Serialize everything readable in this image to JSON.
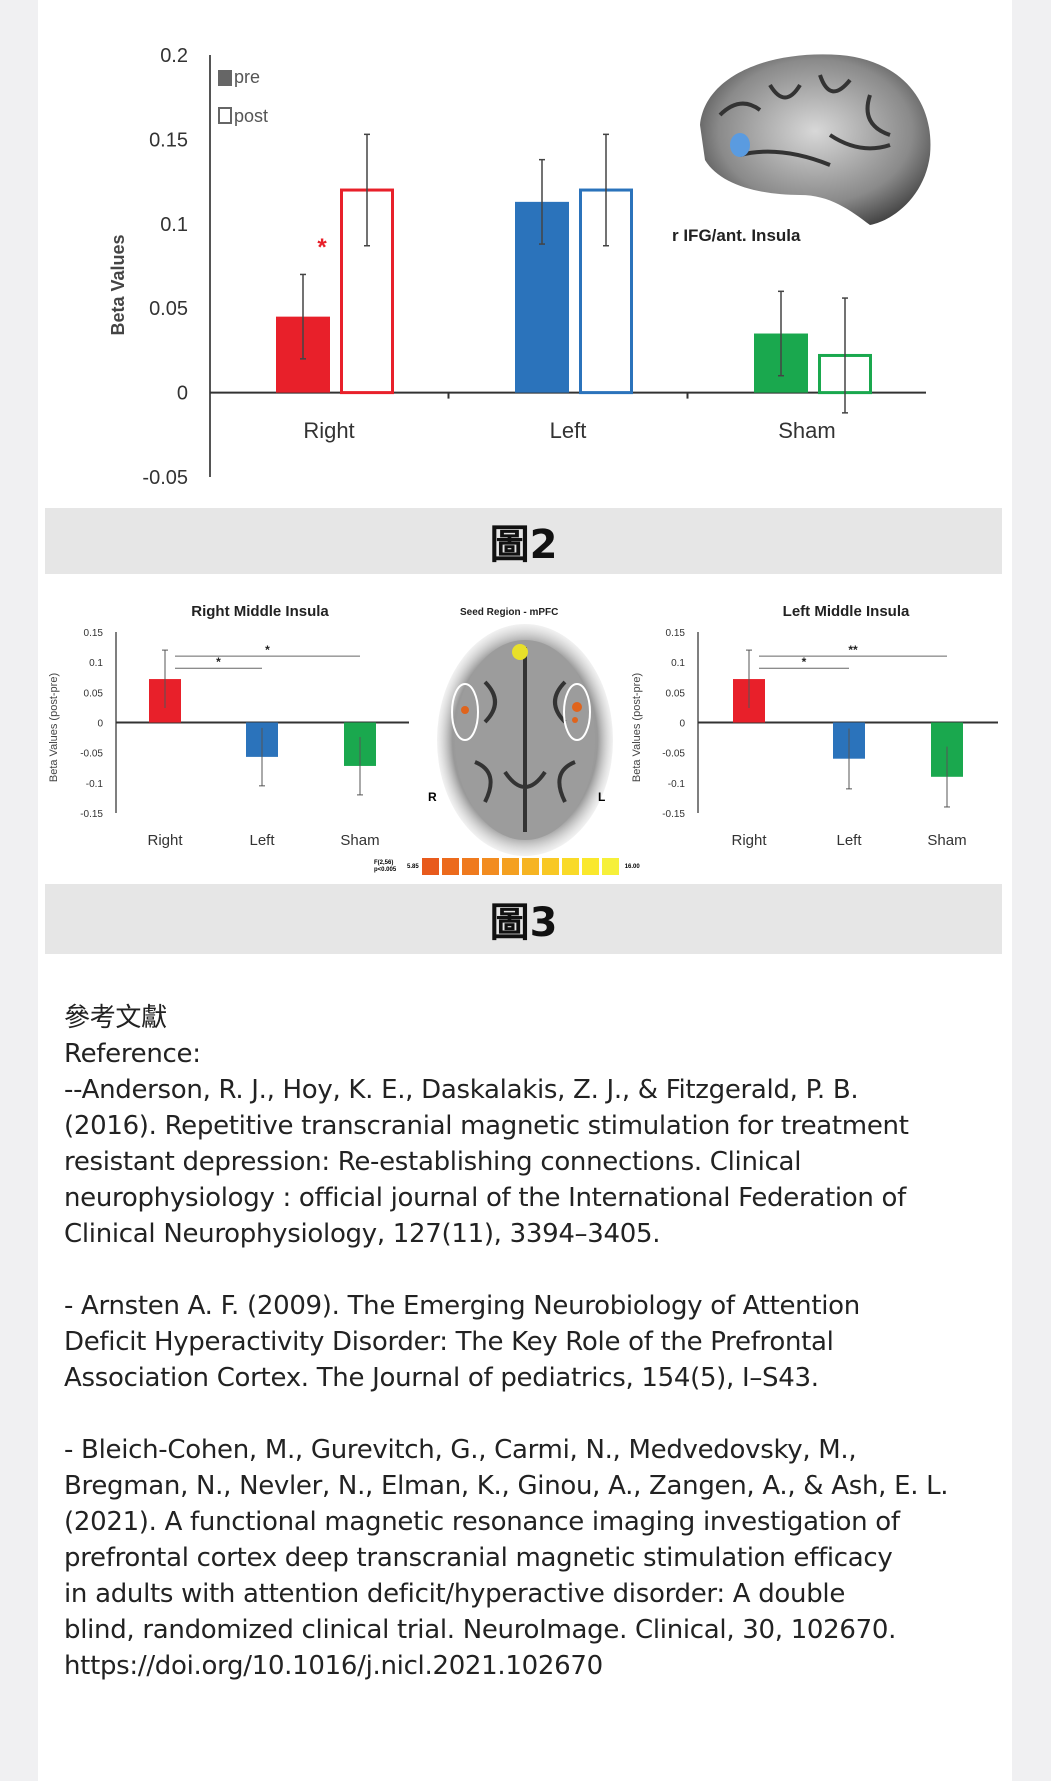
{
  "figure2": {
    "caption": "圖2",
    "region_label": "r IFG/ant. Insula",
    "chart_data": {
      "type": "bar",
      "title": "",
      "ylabel": "Beta Values",
      "xlabel": "",
      "ylim": [
        -0.05,
        0.2
      ],
      "yticks": [
        "0.2",
        "0.15",
        "0.1",
        "0.05",
        "0",
        "-0.05"
      ],
      "ytick_values": [
        0.2,
        0.15,
        0.1,
        0.05,
        0,
        -0.05
      ],
      "categories": [
        "Right",
        "Left",
        "Sham"
      ],
      "legend": [
        "pre",
        "post"
      ],
      "legend_position": "top-left",
      "colors": [
        "#e8202a",
        "#2b73bb",
        "#1aa84e"
      ],
      "series": [
        {
          "name": "pre",
          "values": [
            0.045,
            0.113,
            0.035
          ],
          "errors": [
            0.025,
            0.025,
            0.025
          ],
          "filled": true
        },
        {
          "name": "post",
          "values": [
            0.12,
            0.12,
            0.022
          ],
          "errors": [
            0.033,
            0.033,
            0.034
          ],
          "filled": false
        }
      ],
      "annotations": [
        {
          "text": "*",
          "category": "Right"
        }
      ]
    }
  },
  "figure3": {
    "caption": "圖3",
    "seed_label": "Seed Region - mPFC",
    "brain_r": "R",
    "brain_l": "L",
    "colorbar_left_label": "F(2,56) p<0.005",
    "colorbar_min": "5.85",
    "colorbar_max": "16.00",
    "colorbar_colors": [
      "#e85a1c",
      "#ec6a1c",
      "#ef7a1e",
      "#f28c20",
      "#f4a020",
      "#f6b422",
      "#f8c824",
      "#f9da28",
      "#fae82c",
      "#f6f03a"
    ],
    "chart_data": [
      {
        "type": "bar",
        "title": "Right Middle Insula",
        "ylabel": "Beta Values (post-pre)",
        "ylim": [
          -0.15,
          0.15
        ],
        "yticks": [
          "0.15",
          "0.1",
          "0.05",
          "0",
          "-0.05",
          "-0.1",
          "-0.15"
        ],
        "ytick_values": [
          0.15,
          0.1,
          0.05,
          0,
          -0.05,
          -0.1,
          -0.15
        ],
        "categories": [
          "Right",
          "Left",
          "Sham"
        ],
        "colors": [
          "#e8202a",
          "#2b73bb",
          "#1aa84e"
        ],
        "values": [
          0.072,
          -0.057,
          -0.072
        ],
        "errors": [
          0.048,
          0.048,
          0.048
        ],
        "significance": [
          {
            "from": "Right",
            "to": "Left",
            "text": "*"
          },
          {
            "from": "Right",
            "to": "Sham",
            "text": "*"
          }
        ]
      },
      {
        "type": "bar",
        "title": "Left Middle Insula",
        "ylabel": "Beta Values (post-pre)",
        "ylim": [
          -0.15,
          0.15
        ],
        "yticks": [
          "0.15",
          "0.1",
          "0.05",
          "0",
          "-0.05",
          "-0.1",
          "-0.15"
        ],
        "ytick_values": [
          0.15,
          0.1,
          0.05,
          0,
          -0.05,
          -0.1,
          -0.15
        ],
        "categories": [
          "Right",
          "Left",
          "Sham"
        ],
        "colors": [
          "#e8202a",
          "#2b73bb",
          "#1aa84e"
        ],
        "values": [
          0.072,
          -0.06,
          -0.09
        ],
        "errors": [
          0.048,
          0.05,
          0.05
        ],
        "significance": [
          {
            "from": "Right",
            "to": "Left",
            "text": "*"
          },
          {
            "from": "Right",
            "to": "Sham",
            "text": "**"
          }
        ]
      }
    ]
  },
  "references": {
    "heading_zh": "參考文獻",
    "heading_en": "Reference:",
    "items": [
      [
        "--Anderson, R. J., Hoy, K. E., Daskalakis, Z. J., & Fitzgerald, P. B.",
        "(2016). Repetitive transcranial magnetic stimulation for treatment",
        "resistant depression: Re-establishing connections. Clinical",
        "neurophysiology : official journal of the International Federation of",
        "Clinical Neurophysiology, 127(11), 3394–3405."
      ],
      [
        "- Arnsten A. F. (2009). The Emerging Neurobiology of Attention",
        "Deficit Hyperactivity Disorder: The Key Role of the Prefrontal",
        "Association Cortex. The Journal of pediatrics, 154(5), I–S43."
      ],
      [
        "- Bleich-Cohen, M., Gurevitch, G., Carmi, N., Medvedovsky, M.,",
        "Bregman, N., Nevler, N., Elman, K., Ginou, A., Zangen, A., & Ash, E. L.",
        "(2021). A functional magnetic resonance imaging investigation of",
        "prefrontal cortex deep transcranial magnetic stimulation efficacy",
        "in adults with attention deficit/hyperactive disorder: A double",
        "blind, randomized clinical trial. NeuroImage. Clinical, 30, 102670.",
        "https://doi.org/10.1016/j.nicl.2021.102670"
      ]
    ]
  }
}
